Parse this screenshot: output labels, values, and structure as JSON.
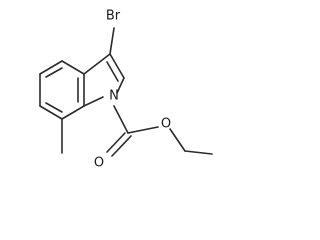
{
  "molecule": {
    "atoms": {
      "bromine": "Br",
      "nitrogen": "N",
      "carbonyl_oxygen": "O",
      "ester_oxygen": "O"
    }
  }
}
